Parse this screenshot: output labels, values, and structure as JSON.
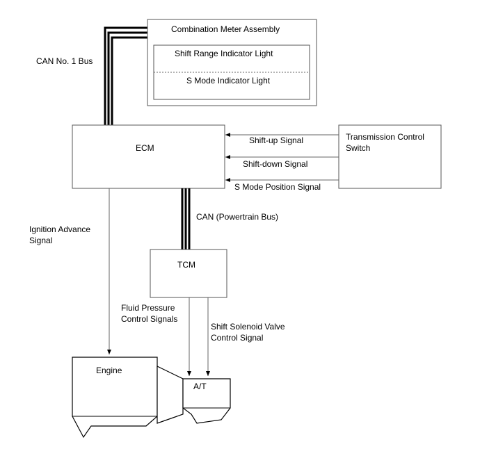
{
  "components": {
    "combination_meter": "Combination Meter Assembly",
    "shift_range_light": "Shift Range Indicator Light",
    "s_mode_light": "S Mode Indicator Light",
    "ecm": "ECM",
    "tcm": "TCM",
    "transmission_switch_line1": "Transmission Control",
    "transmission_switch_line2": "Switch",
    "engine": "Engine",
    "at": "A/T"
  },
  "signals": {
    "can_bus_1": "CAN No. 1 Bus",
    "shift_up": "Shift-up Signal",
    "shift_down": "Shift-down Signal",
    "s_mode_position": "S Mode Position Signal",
    "can_powertrain": "CAN (Powertrain Bus)",
    "ignition_line1": "Ignition Advance",
    "ignition_line2": "Signal",
    "fluid_pressure_line1": "Fluid Pressure",
    "fluid_pressure_line2": "Control Signals",
    "shift_solenoid_line1": "Shift Solenoid Valve",
    "shift_solenoid_line2": "Control Signal"
  }
}
